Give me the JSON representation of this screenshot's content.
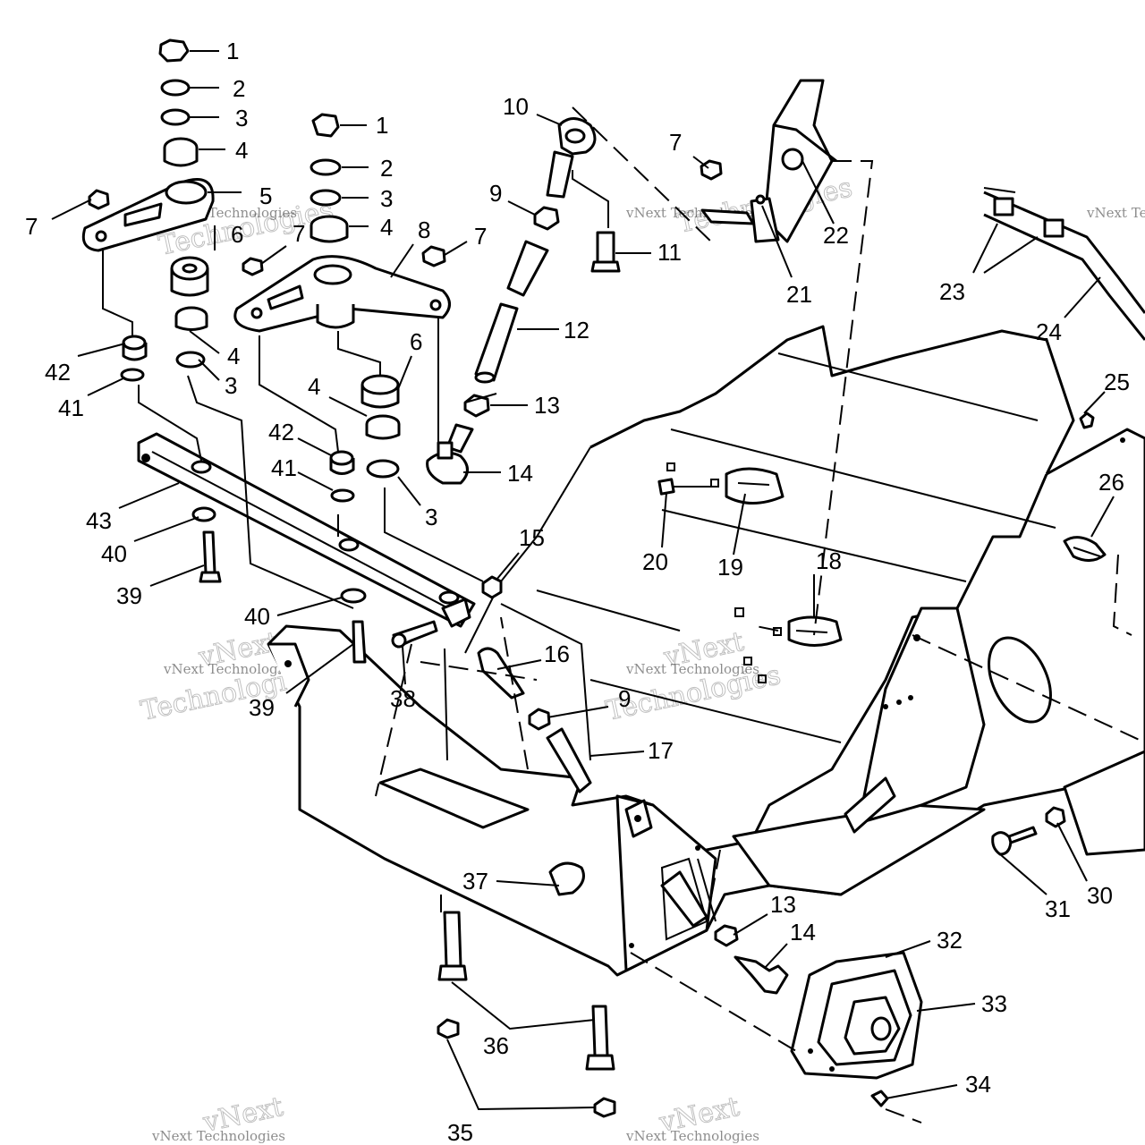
{
  "diagram": {
    "callouts": [
      {
        "id": "c1a",
        "label": "1"
      },
      {
        "id": "c2a",
        "label": "2"
      },
      {
        "id": "c3a",
        "label": "3"
      },
      {
        "id": "c4a",
        "label": "4"
      },
      {
        "id": "c5",
        "label": "5"
      },
      {
        "id": "c6a",
        "label": "6"
      },
      {
        "id": "c7a",
        "label": "7"
      },
      {
        "id": "c1b",
        "label": "1"
      },
      {
        "id": "c2b",
        "label": "2"
      },
      {
        "id": "c3b",
        "label": "3"
      },
      {
        "id": "c4b",
        "label": "4"
      },
      {
        "id": "c7b",
        "label": "7"
      },
      {
        "id": "c8",
        "label": "8"
      },
      {
        "id": "c7c",
        "label": "7"
      },
      {
        "id": "c10",
        "label": "10"
      },
      {
        "id": "c9a",
        "label": "9"
      },
      {
        "id": "c11",
        "label": "11"
      },
      {
        "id": "c12",
        "label": "12"
      },
      {
        "id": "c13a",
        "label": "13"
      },
      {
        "id": "c14a",
        "label": "14"
      },
      {
        "id": "c7d",
        "label": "7"
      },
      {
        "id": "c22",
        "label": "22"
      },
      {
        "id": "c21",
        "label": "21"
      },
      {
        "id": "c23",
        "label": "23"
      },
      {
        "id": "c24",
        "label": "24"
      },
      {
        "id": "c25",
        "label": "25"
      },
      {
        "id": "c26",
        "label": "26"
      },
      {
        "id": "c42a",
        "label": "42"
      },
      {
        "id": "c41a",
        "label": "41"
      },
      {
        "id": "c4c",
        "label": "4"
      },
      {
        "id": "c3c",
        "label": "3"
      },
      {
        "id": "c6b",
        "label": "6"
      },
      {
        "id": "c4d",
        "label": "4"
      },
      {
        "id": "c42b",
        "label": "42"
      },
      {
        "id": "c41b",
        "label": "41"
      },
      {
        "id": "c3d",
        "label": "3"
      },
      {
        "id": "c43",
        "label": "43"
      },
      {
        "id": "c40a",
        "label": "40"
      },
      {
        "id": "c39a",
        "label": "39"
      },
      {
        "id": "c15",
        "label": "15"
      },
      {
        "id": "c20",
        "label": "20"
      },
      {
        "id": "c19",
        "label": "19"
      },
      {
        "id": "c18",
        "label": "18"
      },
      {
        "id": "c16",
        "label": "16"
      },
      {
        "id": "c40b",
        "label": "40"
      },
      {
        "id": "c38",
        "label": "38"
      },
      {
        "id": "c39b",
        "label": "39"
      },
      {
        "id": "c9b",
        "label": "9"
      },
      {
        "id": "c17",
        "label": "17"
      },
      {
        "id": "c37",
        "label": "37"
      },
      {
        "id": "c13b",
        "label": "13"
      },
      {
        "id": "c14b",
        "label": "14"
      },
      {
        "id": "c32",
        "label": "32"
      },
      {
        "id": "c33",
        "label": "33"
      },
      {
        "id": "c31",
        "label": "31"
      },
      {
        "id": "c30",
        "label": "30"
      },
      {
        "id": "c34",
        "label": "34"
      },
      {
        "id": "c36",
        "label": "36"
      },
      {
        "id": "c35",
        "label": "35"
      }
    ],
    "watermark": {
      "line1": "vNext Technologies",
      "line2a": "vNext",
      "line2b": "Technologies"
    }
  }
}
